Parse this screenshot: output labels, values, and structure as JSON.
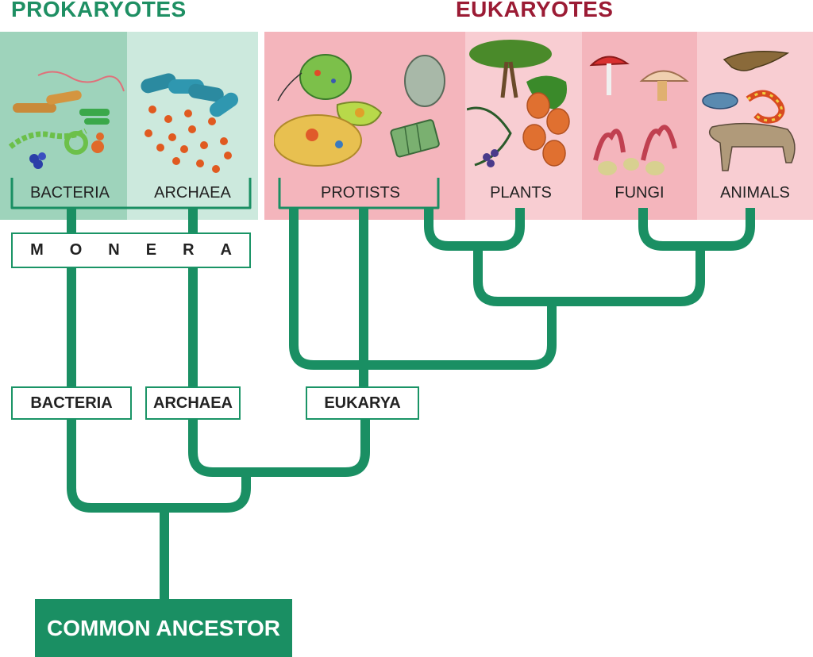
{
  "headings": {
    "prokaryotes": "PROKARYOTES",
    "eukaryotes": "EUKARYOTES"
  },
  "groups": {
    "bacteria": "BACTERIA",
    "archaea": "ARCHAEA",
    "protists": "PROTISTS",
    "plants": "PLANTS",
    "fungi": "FUNGI",
    "animals": "ANIMALS"
  },
  "monera": "MONERA",
  "domains": {
    "bacteria": "BACTERIA",
    "archaea": "ARCHAEA",
    "eukarya": "EUKARYA"
  },
  "root": "COMMON ANCESTOR",
  "colors": {
    "tree_green": "#1a8f63",
    "prokaryote_heading": "#1e8f63",
    "eukaryote_heading": "#9b1b34",
    "bacteria_panel": "#9ed3bb",
    "archaea_panel": "#cce9dd",
    "eukaryote_panel_dark": "#f4b5bc",
    "eukaryote_panel_light": "#f8cdd2"
  }
}
